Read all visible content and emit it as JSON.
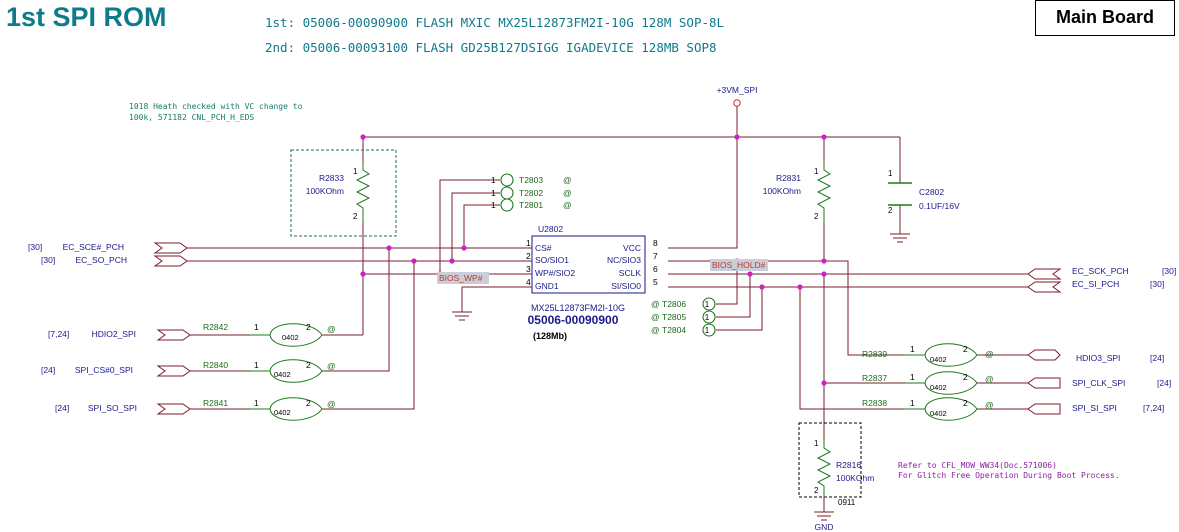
{
  "title": "1st SPI ROM",
  "board": "Main Board",
  "header": {
    "line1": "1st: 05006-00090900 FLASH MXIC MX25L12873FM2I-10G 128M SOP-8L",
    "line2": "2nd: 05006-00093100 FLASH GD25B127DSIGG IGADEVICE 128MB SOP8"
  },
  "note_top": [
    "1018 Heath checked with VC change to",
    "100k, 571182 CNL_PCH_H_EDS"
  ],
  "note_bottom": [
    "Refer to CFL_MOW_WW34(Doc.571006)",
    "For Glitch Free Operation During Boot Process."
  ],
  "power": {
    "vcc": "+3VM_SPI",
    "gnd": "GND"
  },
  "chip": {
    "ref": "U2802",
    "part": "MX25L12873FM2I-10G",
    "pn": "05006-00090900",
    "size": "(128Mb)",
    "left_pins": [
      {
        "num": "1",
        "name": "CS#"
      },
      {
        "num": "2",
        "name": "SO/SIO1"
      },
      {
        "num": "3",
        "name": "WP#/SIO2"
      },
      {
        "num": "4",
        "name": "GND1"
      }
    ],
    "right_pins": [
      {
        "num": "8",
        "name": "VCC"
      },
      {
        "num": "7",
        "name": "NC/SIO3"
      },
      {
        "num": "6",
        "name": "SCLK"
      },
      {
        "num": "5",
        "name": "SI/SIO0"
      }
    ]
  },
  "nets": {
    "wp": "BIOS_WP#",
    "hold": "BIOS_HOLD#"
  },
  "ports_left": [
    {
      "sig": "EC_SCE#_PCH",
      "page": "[30]"
    },
    {
      "sig": "EC_SO_PCH",
      "page": "[30]"
    },
    {
      "sig": "HDIO2_SPI",
      "page": "[7,24]"
    },
    {
      "sig": "SPI_CS#0_SPI",
      "page": "[24]"
    },
    {
      "sig": "SPI_SO_SPI",
      "page": "[24]"
    }
  ],
  "ports_right": [
    {
      "sig": "EC_SCK_PCH",
      "page": "[30]"
    },
    {
      "sig": "EC_SI_PCH",
      "page": "[30]"
    },
    {
      "sig": "HDIO3_SPI",
      "page": "[24]"
    },
    {
      "sig": "SPI_CLK_SPI",
      "page": "[24]"
    },
    {
      "sig": "SPI_SI_SPI",
      "page": "[7,24]"
    }
  ],
  "resistors": [
    {
      "ref": "R2842",
      "pkg": "0402",
      "p1": "1",
      "p2": "2",
      "mark": "@"
    },
    {
      "ref": "R2840",
      "pkg": "0402",
      "p1": "1",
      "p2": "2",
      "mark": "@"
    },
    {
      "ref": "R2841",
      "pkg": "0402",
      "p1": "1",
      "p2": "2",
      "mark": "@"
    },
    {
      "ref": "R2839",
      "pkg": "0402",
      "p1": "1",
      "p2": "2",
      "mark": "@"
    },
    {
      "ref": "R2837",
      "pkg": "0402",
      "p1": "1",
      "p2": "2",
      "mark": "@"
    },
    {
      "ref": "R2838",
      "pkg": "0402",
      "p1": "1",
      "p2": "2",
      "mark": "@"
    }
  ],
  "pull_resistors": [
    {
      "ref": "R2833",
      "value": "100KOhm",
      "p1": "1",
      "p2": "2"
    },
    {
      "ref": "R2831",
      "value": "100KOhm",
      "p1": "1",
      "p2": "2"
    },
    {
      "ref": "R2816",
      "value": "100KOhm",
      "p1": "1",
      "p2": "2",
      "code": "0911"
    }
  ],
  "capacitor": {
    "ref": "C2802",
    "value": "0.1UF/16V",
    "p1": "1",
    "p2": "2"
  },
  "test_points_top": [
    {
      "ref": "T2803",
      "pin": "1",
      "mark": "@"
    },
    {
      "ref": "T2802",
      "pin": "1",
      "mark": "@"
    },
    {
      "ref": "T2801",
      "pin": "1",
      "mark": "@"
    }
  ],
  "test_points_bottom": [
    {
      "ref": "T2806",
      "pin": "1",
      "mark": "@"
    },
    {
      "ref": "T2805",
      "pin": "1",
      "mark": "@"
    },
    {
      "ref": "T2804",
      "pin": "1",
      "mark": "@"
    }
  ]
}
